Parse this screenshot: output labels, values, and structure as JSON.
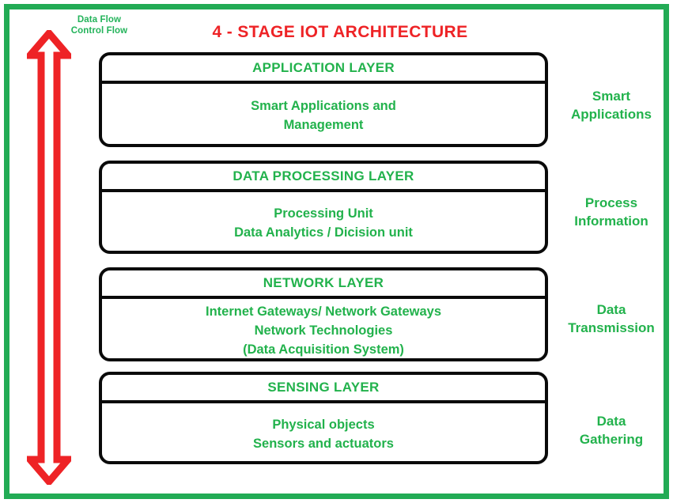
{
  "diagram": {
    "title": "4 - STAGE IOT ARCHITECTURE",
    "title_color": "#ee2326",
    "frame_color": "#22ab55",
    "text_color": "#22b24c",
    "arrow_color": "#ee2326",
    "legend": {
      "line1": "Data Flow",
      "line2": "Control Flow"
    },
    "arrow": {
      "name": "data-control-flow-arrow",
      "direction": "double-headed-vertical"
    },
    "layers": [
      {
        "id": "application",
        "header": "APPLICATION LAYER",
        "body": [
          "Smart Applications and",
          "Management"
        ],
        "side_caption": [
          "Smart",
          "Applications"
        ]
      },
      {
        "id": "data-processing",
        "header": "DATA PROCESSING LAYER",
        "body": [
          "Processing Unit",
          "Data Analytics / Dicision unit"
        ],
        "side_caption": [
          "Process",
          "Information"
        ]
      },
      {
        "id": "network",
        "header": "NETWORK LAYER",
        "body": [
          "Internet Gateways/ Network Gateways",
          "Network Technologies",
          "(Data Acquisition System)"
        ],
        "side_caption": [
          "Data",
          "Transmission"
        ]
      },
      {
        "id": "sensing",
        "header": "SENSING LAYER",
        "body": [
          "Physical objects",
          "Sensors and actuators"
        ],
        "side_caption": [
          "Data",
          "Gathering"
        ]
      }
    ]
  }
}
